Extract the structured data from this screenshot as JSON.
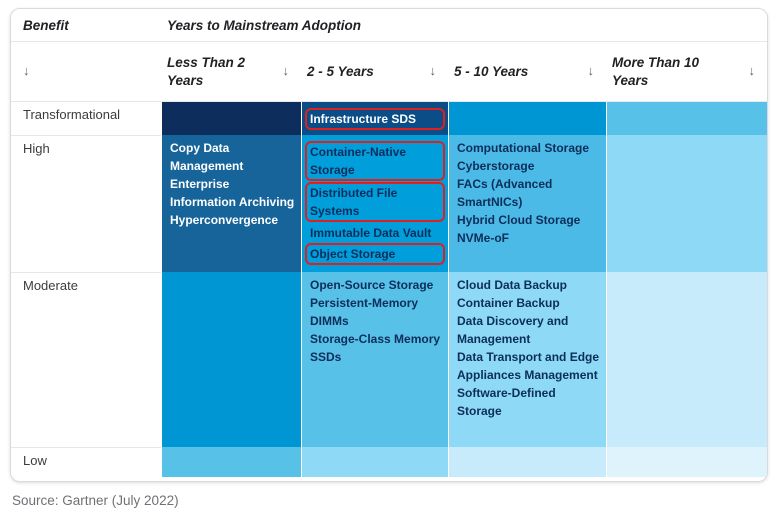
{
  "header": {
    "benefit_label": "Benefit",
    "adoption_label": "Years to Mainstream Adoption",
    "sort_arrow": "↓",
    "columns": [
      "Less Than 2 Years",
      "2 - 5 Years",
      "5 - 10 Years",
      "More Than 10 Years"
    ]
  },
  "rows": [
    {
      "benefit": "Transformational",
      "cells": [
        {
          "items": []
        },
        {
          "items": [
            {
              "label": "Infrastructure SDS",
              "highlighted": true
            }
          ]
        },
        {
          "items": []
        },
        {
          "items": []
        }
      ]
    },
    {
      "benefit": "High",
      "cells": [
        {
          "items": [
            {
              "label": "Copy Data Management"
            },
            {
              "label": "Enterprise Information Archiving"
            },
            {
              "label": "Hyperconvergence"
            }
          ]
        },
        {
          "items": [
            {
              "label": "Container-Native Storage",
              "highlighted": true
            },
            {
              "label": "Distributed File Systems",
              "highlighted": true
            },
            {
              "label": "Immutable Data Vault"
            },
            {
              "label": "Object Storage",
              "highlighted": true
            }
          ]
        },
        {
          "items": [
            {
              "label": "Computational Storage"
            },
            {
              "label": "Cyberstorage"
            },
            {
              "label": "FACs (Advanced SmartNICs)"
            },
            {
              "label": "Hybrid Cloud Storage"
            },
            {
              "label": "NVMe-oF"
            }
          ]
        },
        {
          "items": []
        }
      ]
    },
    {
      "benefit": "Moderate",
      "cells": [
        {
          "items": []
        },
        {
          "items": [
            {
              "label": "Open-Source Storage"
            },
            {
              "label": "Persistent-Memory DIMMs"
            },
            {
              "label": "Storage-Class Memory SSDs"
            }
          ]
        },
        {
          "items": [
            {
              "label": "Cloud Data Backup"
            },
            {
              "label": "Container Backup"
            },
            {
              "label": "Data Discovery and Management"
            },
            {
              "label": "Data Transport and Edge Appliances Management"
            },
            {
              "label": "Software-Defined Storage"
            }
          ]
        },
        {
          "items": []
        }
      ]
    },
    {
      "benefit": "Low",
      "cells": [
        {
          "items": []
        },
        {
          "items": []
        },
        {
          "items": []
        },
        {
          "items": []
        }
      ]
    }
  ],
  "colors": {
    "highlight_red": "#e0201e",
    "text_on_dark": "#ffffff",
    "text_on_light": "#0b2e5b",
    "cell_matrix": [
      [
        "#0d2d5d",
        "#0a4d87",
        "#0095d3",
        "#58c1e8"
      ],
      [
        "#16649a",
        "#009fdc",
        "#4cbae6",
        "#8ed9f6"
      ],
      [
        "#0095d3",
        "#58c1e8",
        "#8ed9f6",
        "#c7ebfb"
      ],
      [
        "#58c1e8",
        "#8ed9f6",
        "#c7ebfb",
        "#def3fc"
      ]
    ],
    "dark_cells": [
      [
        0,
        0
      ],
      [
        0,
        1
      ],
      [
        1,
        0
      ]
    ]
  },
  "source": "Source: Gartner (July 2022)",
  "chart_data": {
    "type": "table",
    "title": "Years to Mainstream Adoption",
    "row_axis_label": "Benefit",
    "row_labels": [
      "Transformational",
      "High",
      "Moderate",
      "Low"
    ],
    "column_labels": [
      "Less Than 2 Years",
      "2 - 5 Years",
      "5 - 10 Years",
      "More Than 10 Years"
    ],
    "cells": [
      [
        [],
        [
          "Infrastructure SDS"
        ],
        [],
        []
      ],
      [
        [
          "Copy Data Management",
          "Enterprise Information Archiving",
          "Hyperconvergence"
        ],
        [
          "Container-Native Storage",
          "Distributed File Systems",
          "Immutable Data Vault",
          "Object Storage"
        ],
        [
          "Computational Storage",
          "Cyberstorage",
          "FACs (Advanced SmartNICs)",
          "Hybrid Cloud Storage",
          "NVMe-oF"
        ],
        []
      ],
      [
        [],
        [
          "Open-Source Storage",
          "Persistent-Memory DIMMs",
          "Storage-Class Memory SSDs"
        ],
        [
          "Cloud Data Backup",
          "Container Backup",
          "Data Discovery and Management",
          "Data Transport and Edge Appliances Management",
          "Software-Defined Storage"
        ],
        []
      ],
      [
        [],
        [],
        [],
        []
      ]
    ],
    "highlighted_items": [
      "Infrastructure SDS",
      "Container-Native Storage",
      "Distributed File Systems",
      "Object Storage"
    ]
  }
}
